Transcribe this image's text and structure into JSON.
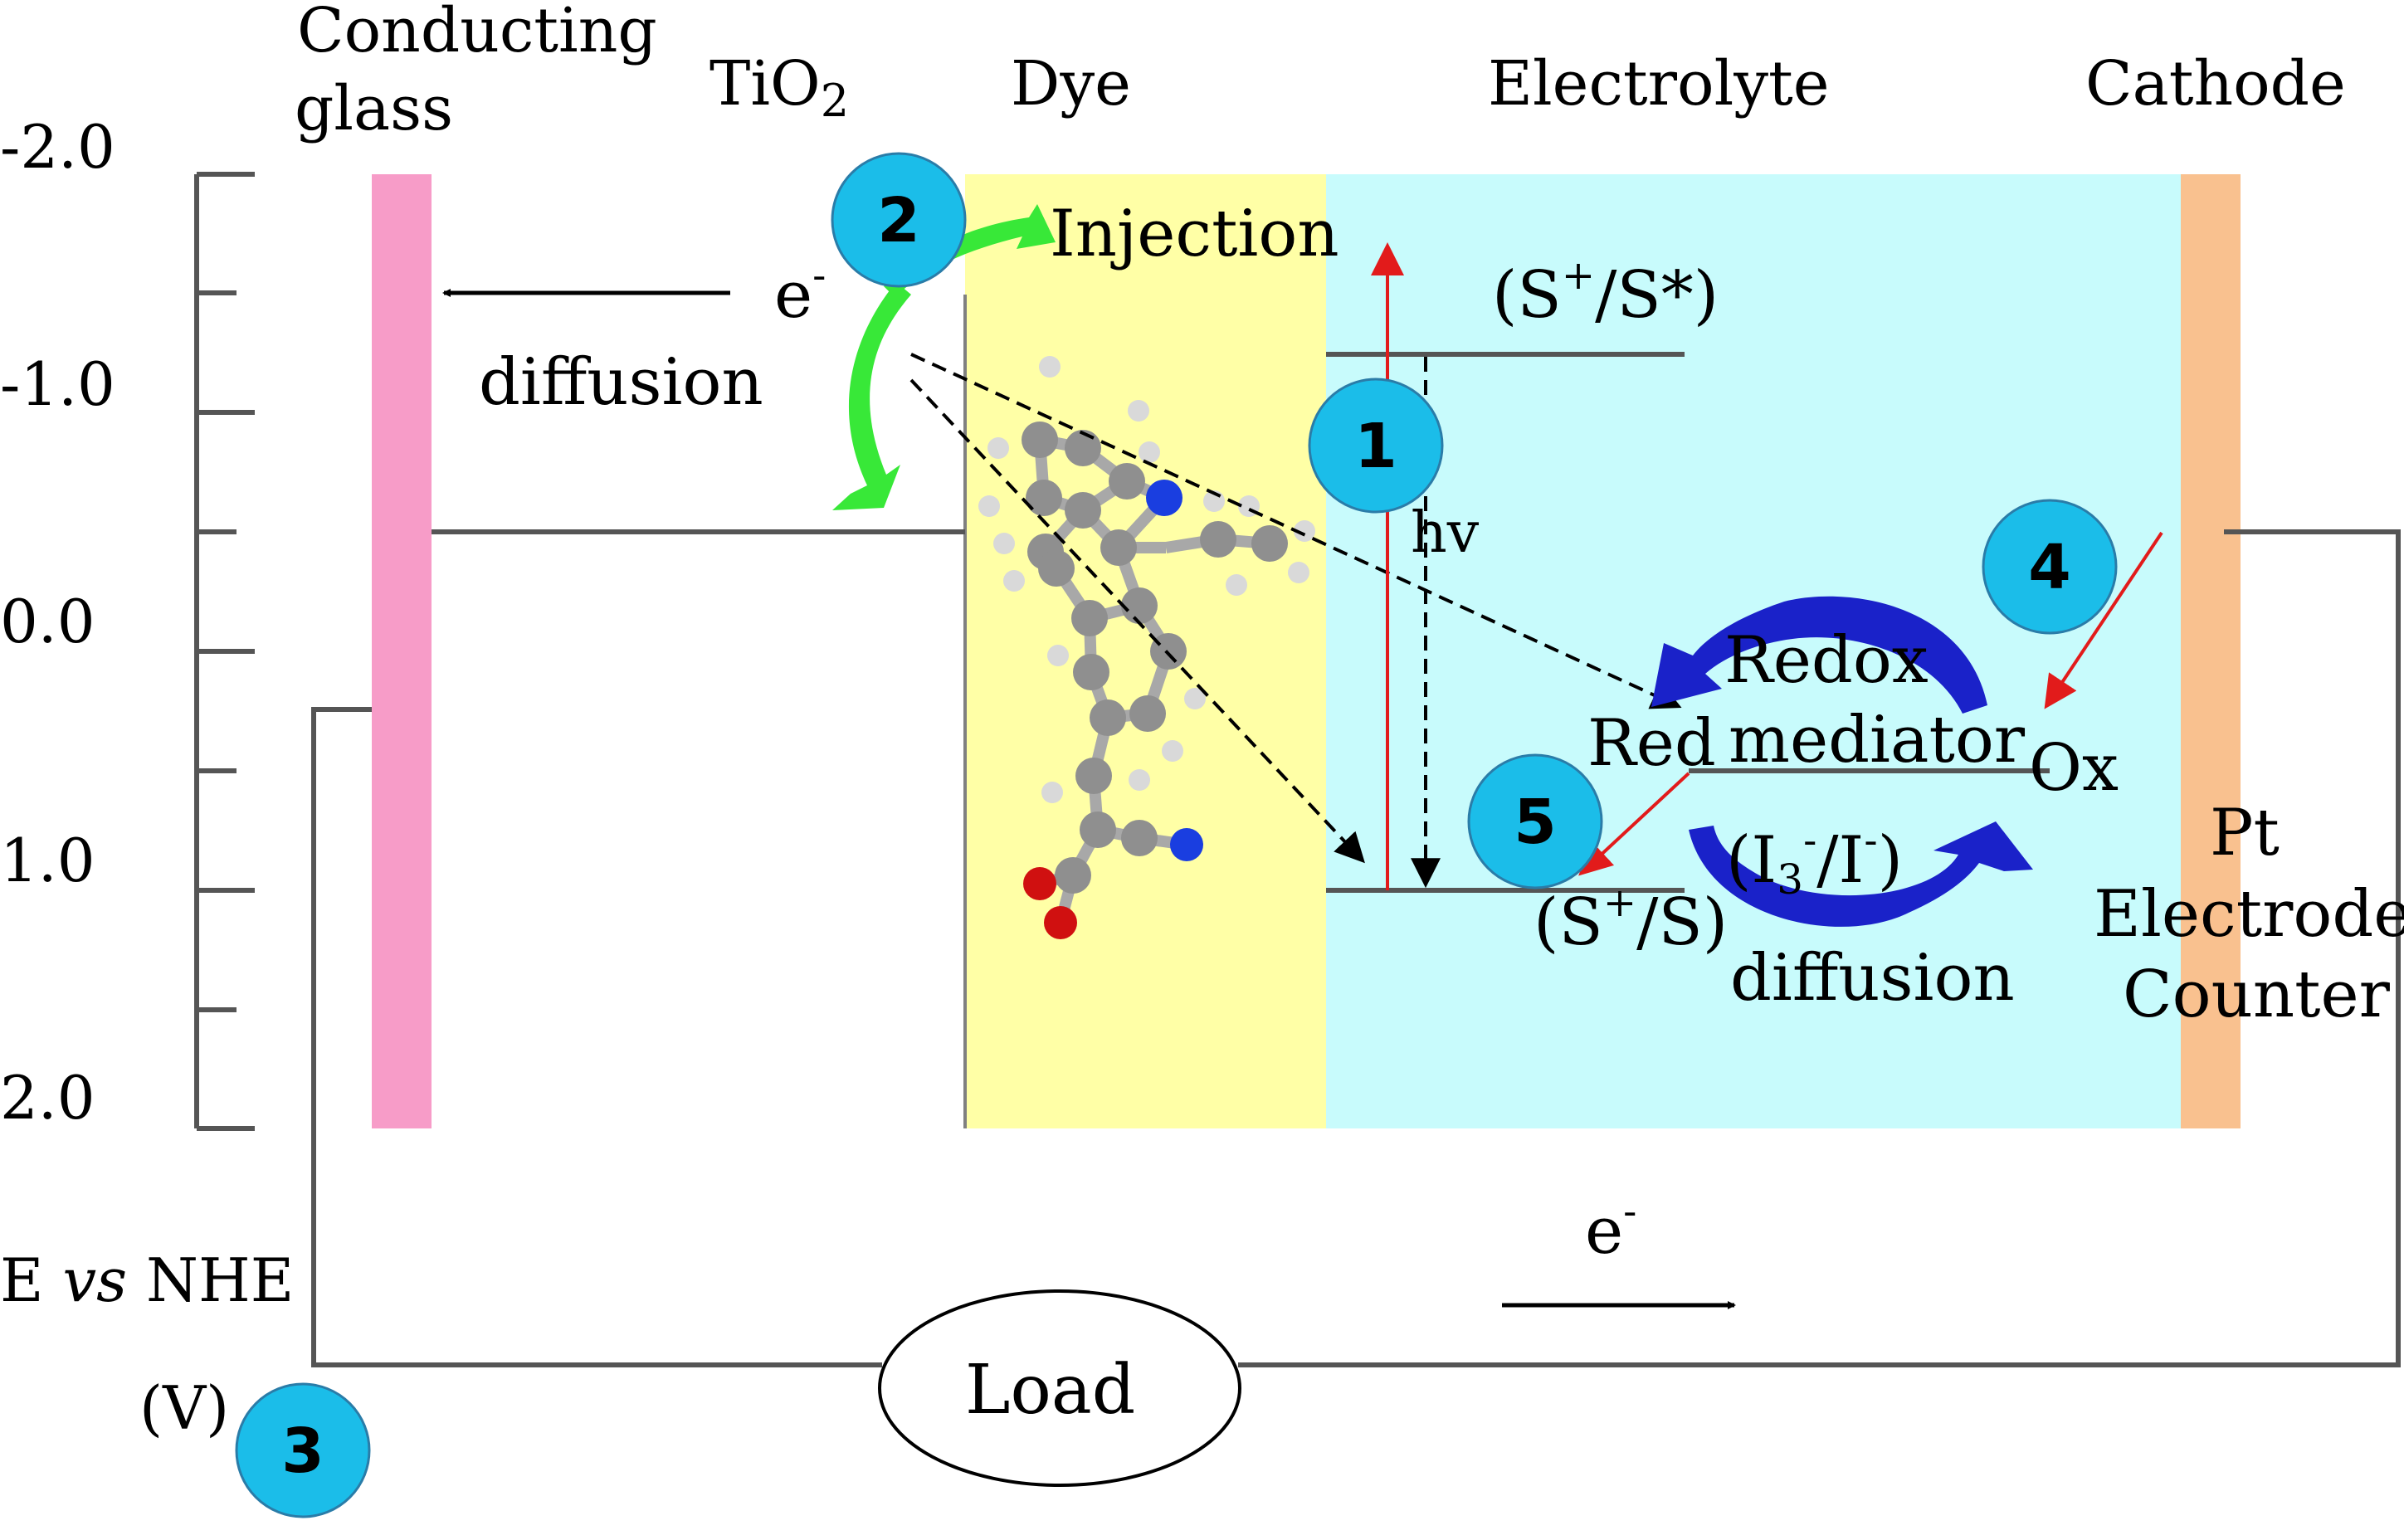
{
  "header": {
    "conducting": "Conducting",
    "glass": "glass",
    "tio2": "TiO",
    "tio2_sub": "2",
    "dye": "Dye",
    "electrolyte": "Electrolyte",
    "cathode": "Cathode"
  },
  "axis": {
    "ticks": [
      "-2.0",
      "-1.0",
      "0.0",
      "1.0",
      "2.0"
    ],
    "label_e": "E ",
    "label_vs": "vs",
    "label_nhe": " NHE",
    "label_unit": "(V)"
  },
  "labels": {
    "injection": "Injection",
    "electron": "e",
    "electron_sup": "-",
    "diffusion_left": "diffusion",
    "excited_open": "(S",
    "excited_sup": "+",
    "excited_close": "/S*)",
    "hv": "hv",
    "redox": "Redox",
    "mediator": "mediator",
    "red": "Red",
    "ox": "Ox",
    "ground_open": "(S",
    "ground_sup": "+",
    "ground_close": "/S)",
    "couple_open": "(I",
    "couple_sub": "3",
    "couple_sup1": "-",
    "couple_mid": "/I",
    "couple_sup2": "-",
    "couple_close": ")",
    "diffusion_right": "diffusion",
    "pt": "Pt",
    "electrode": "Electrode",
    "counter": "Counter",
    "load": "Load",
    "electron_bottom": "e",
    "electron_bottom_sup": "-"
  },
  "steps": [
    "1",
    "2",
    "3",
    "4",
    "5"
  ],
  "colors": {
    "glass": "#f79cc8",
    "dye_region": "#ffffa6",
    "electrolyte_region": "#c8fbfc",
    "cathode_bar": "#f9c18f",
    "step_circle": "#1bbde9",
    "redox_arrow": "#1a22c9",
    "injection_arrow": "#38e838",
    "red_arrow": "#e21b1b"
  }
}
